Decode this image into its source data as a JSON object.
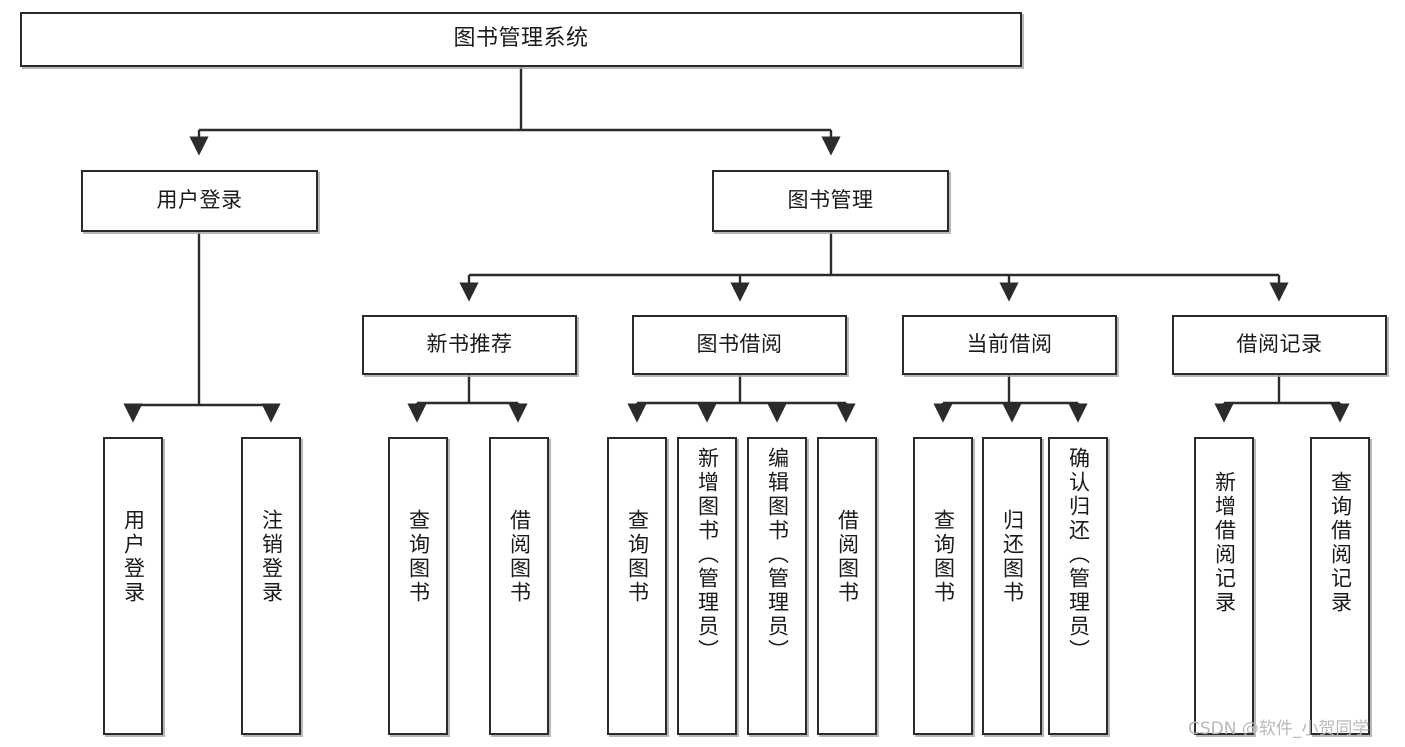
{
  "diagram": {
    "title": "图书管理系统",
    "type": "tree",
    "watermark": "CSDN @软件_小贺同学",
    "colors": {
      "node_border": "#2b2b2b",
      "node_fill": "#ffffff",
      "edge": "#2b2b2b",
      "text": "#1a1a1a",
      "watermark": "#b9b9b9"
    },
    "nodes": {
      "root": {
        "label": "图书管理系统"
      },
      "level2": [
        {
          "id": "user-login",
          "label": "用户登录"
        },
        {
          "id": "book-manage",
          "label": "图书管理"
        }
      ],
      "level3": [
        {
          "id": "new-book-recommend",
          "label": "新书推荐"
        },
        {
          "id": "book-borrow",
          "label": "图书借阅"
        },
        {
          "id": "current-borrow",
          "label": "当前借阅"
        },
        {
          "id": "borrow-record",
          "label": "借阅记录"
        }
      ],
      "leaves": [
        {
          "id": "leaf-user-login",
          "label": "用户登录",
          "parent": "user-login"
        },
        {
          "id": "leaf-logout",
          "label": "注销登录",
          "parent": "user-login"
        },
        {
          "id": "leaf-query-book-1",
          "label": "查询图书",
          "parent": "new-book-recommend"
        },
        {
          "id": "leaf-borrow-book-1",
          "label": "借阅图书",
          "parent": "new-book-recommend"
        },
        {
          "id": "leaf-query-book-2",
          "label": "查询图书",
          "parent": "book-borrow"
        },
        {
          "id": "leaf-add-book",
          "label": "新增图书（管理员）",
          "parent": "book-borrow"
        },
        {
          "id": "leaf-edit-book",
          "label": "编辑图书（管理员）",
          "parent": "book-borrow"
        },
        {
          "id": "leaf-borrow-book-2",
          "label": "借阅图书",
          "parent": "book-borrow"
        },
        {
          "id": "leaf-query-book-3",
          "label": "查询图书",
          "parent": "current-borrow"
        },
        {
          "id": "leaf-return-book",
          "label": "归还图书",
          "parent": "current-borrow"
        },
        {
          "id": "leaf-confirm-return",
          "label": "确认归还（管理员）",
          "parent": "current-borrow"
        },
        {
          "id": "leaf-add-record",
          "label": "新增借阅记录",
          "parent": "borrow-record"
        },
        {
          "id": "leaf-query-record",
          "label": "查询借阅记录",
          "parent": "borrow-record"
        }
      ]
    }
  }
}
